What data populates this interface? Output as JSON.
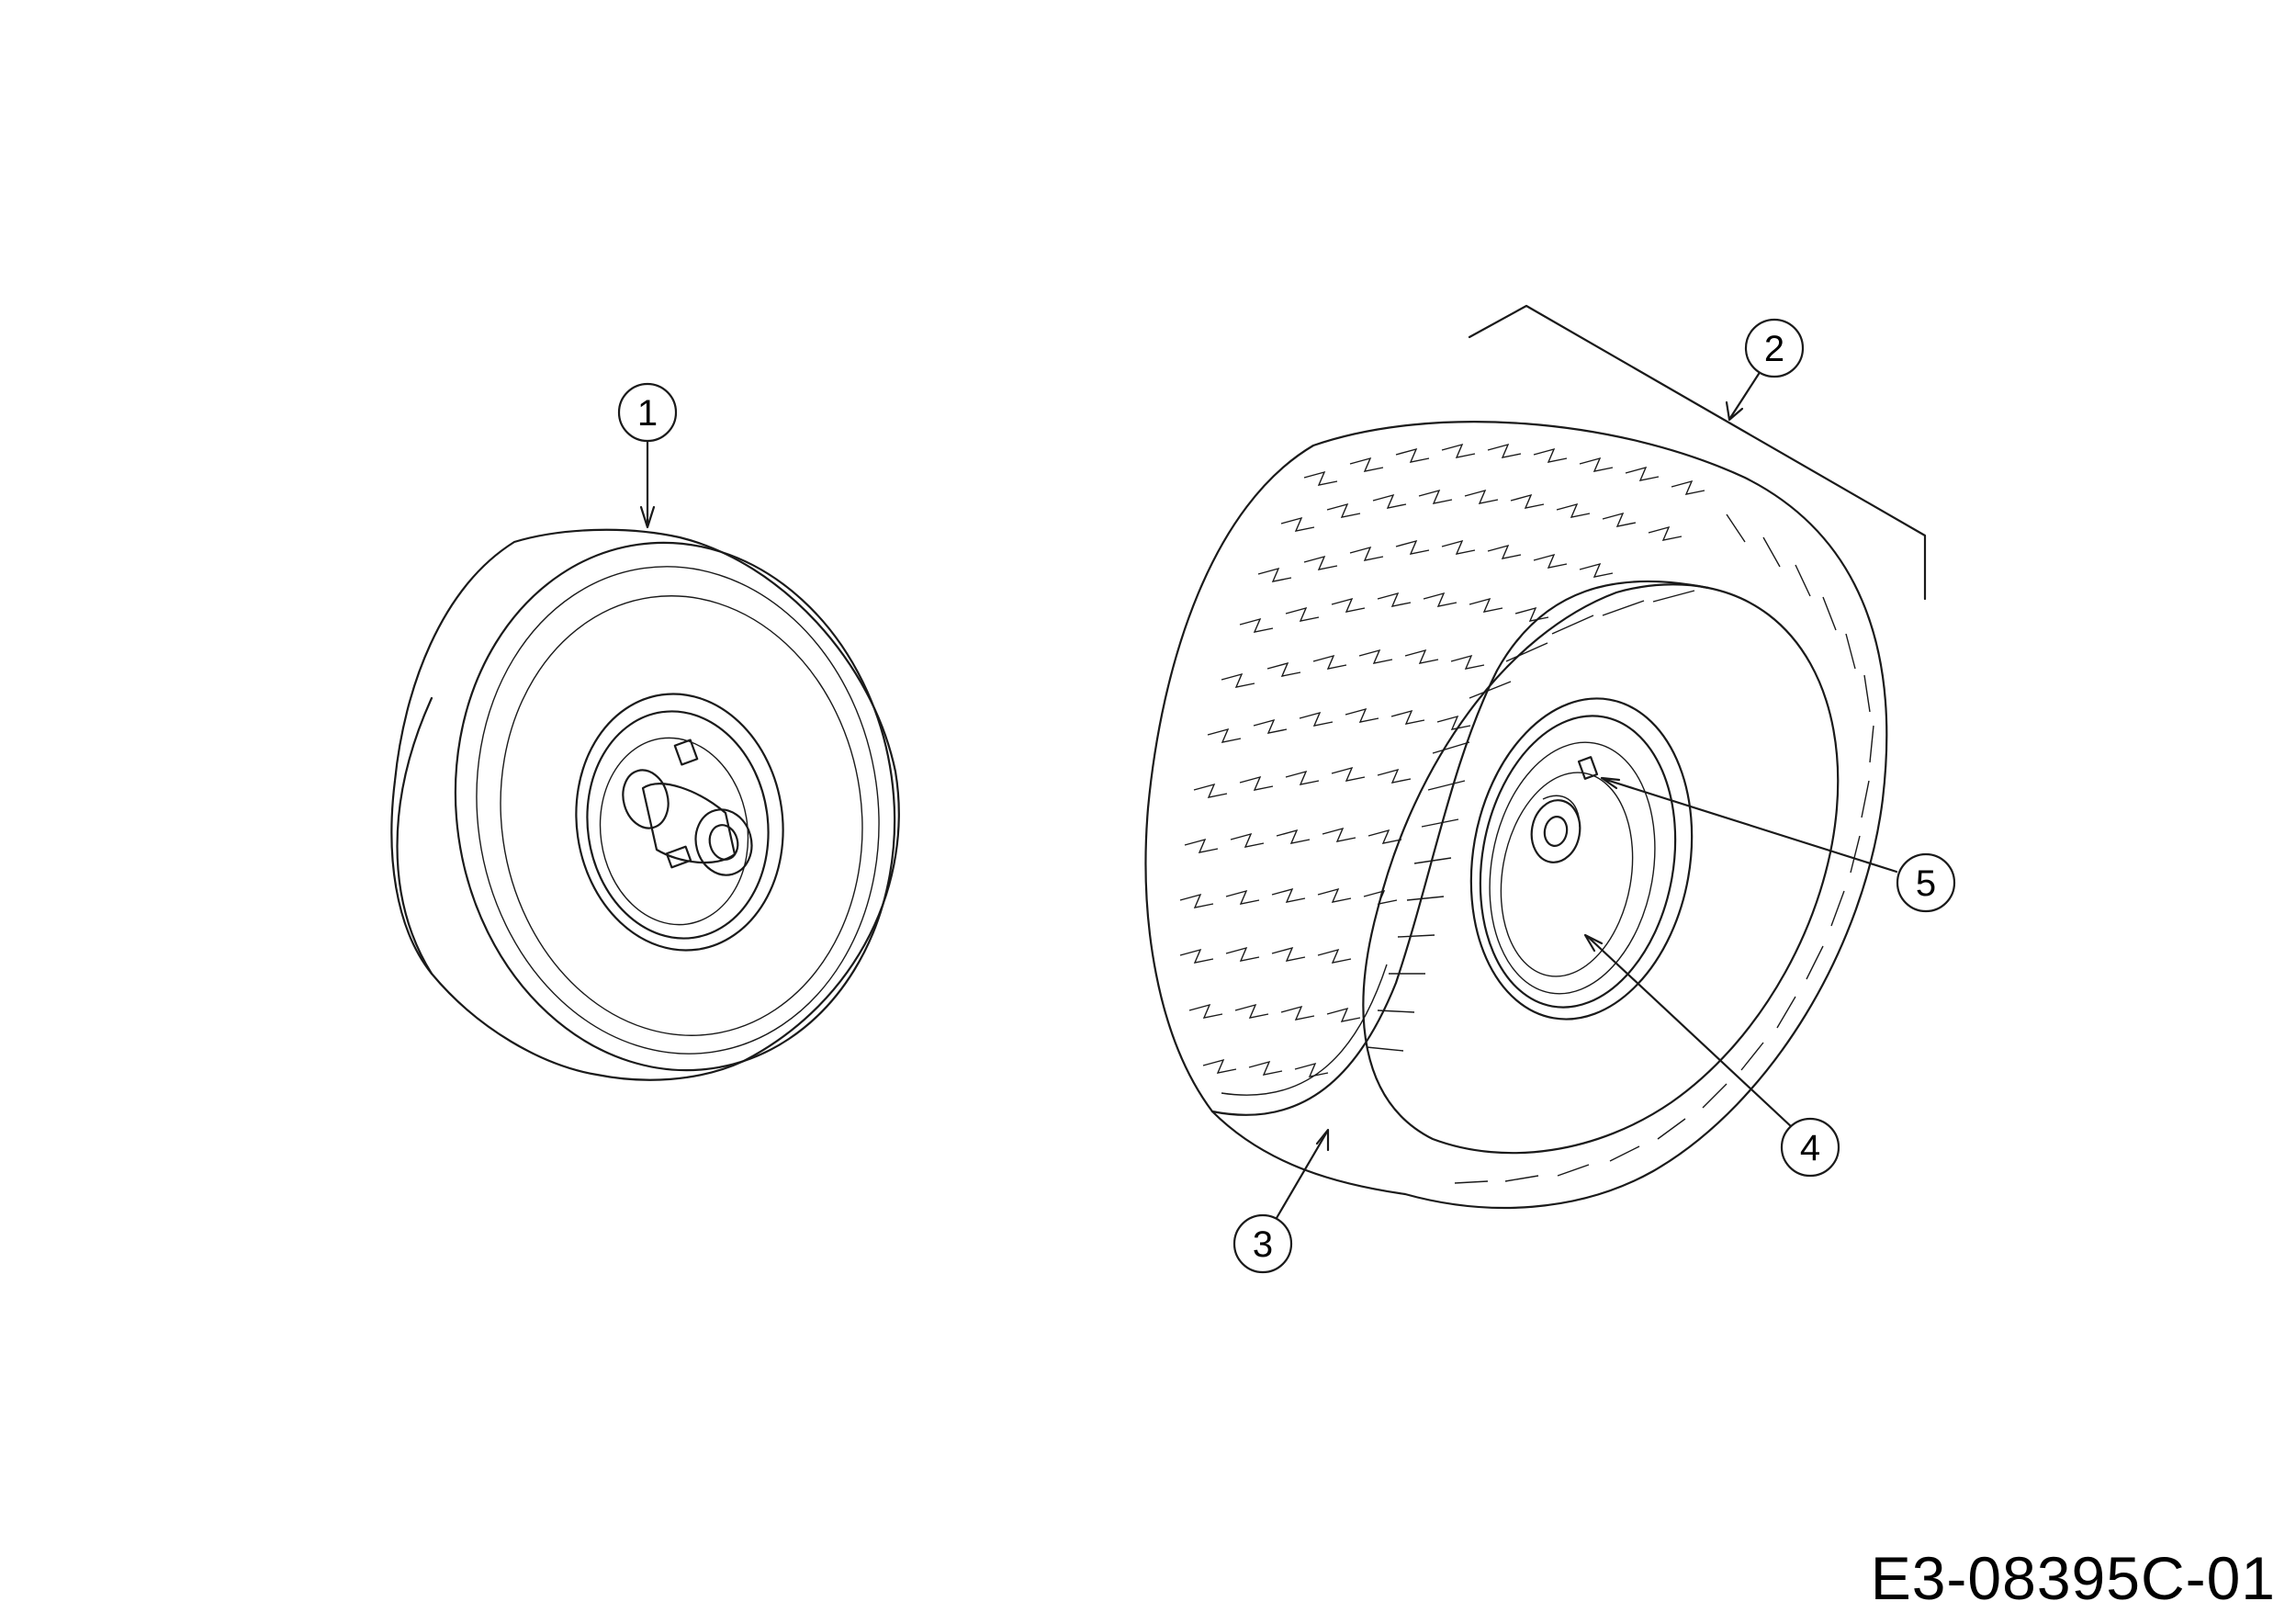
{
  "callouts": [
    {
      "number": "1",
      "part": "front-wheel-assembly"
    },
    {
      "number": "2",
      "part": "rear-wheel-assembly"
    },
    {
      "number": "3",
      "part": "rear-tire"
    },
    {
      "number": "4",
      "part": "rear-rim"
    },
    {
      "number": "5",
      "part": "valve-stem"
    }
  ],
  "drawing_code": "E3-08395C-01",
  "colors": {
    "line": "#1a1a1a",
    "background": "#ffffff"
  }
}
